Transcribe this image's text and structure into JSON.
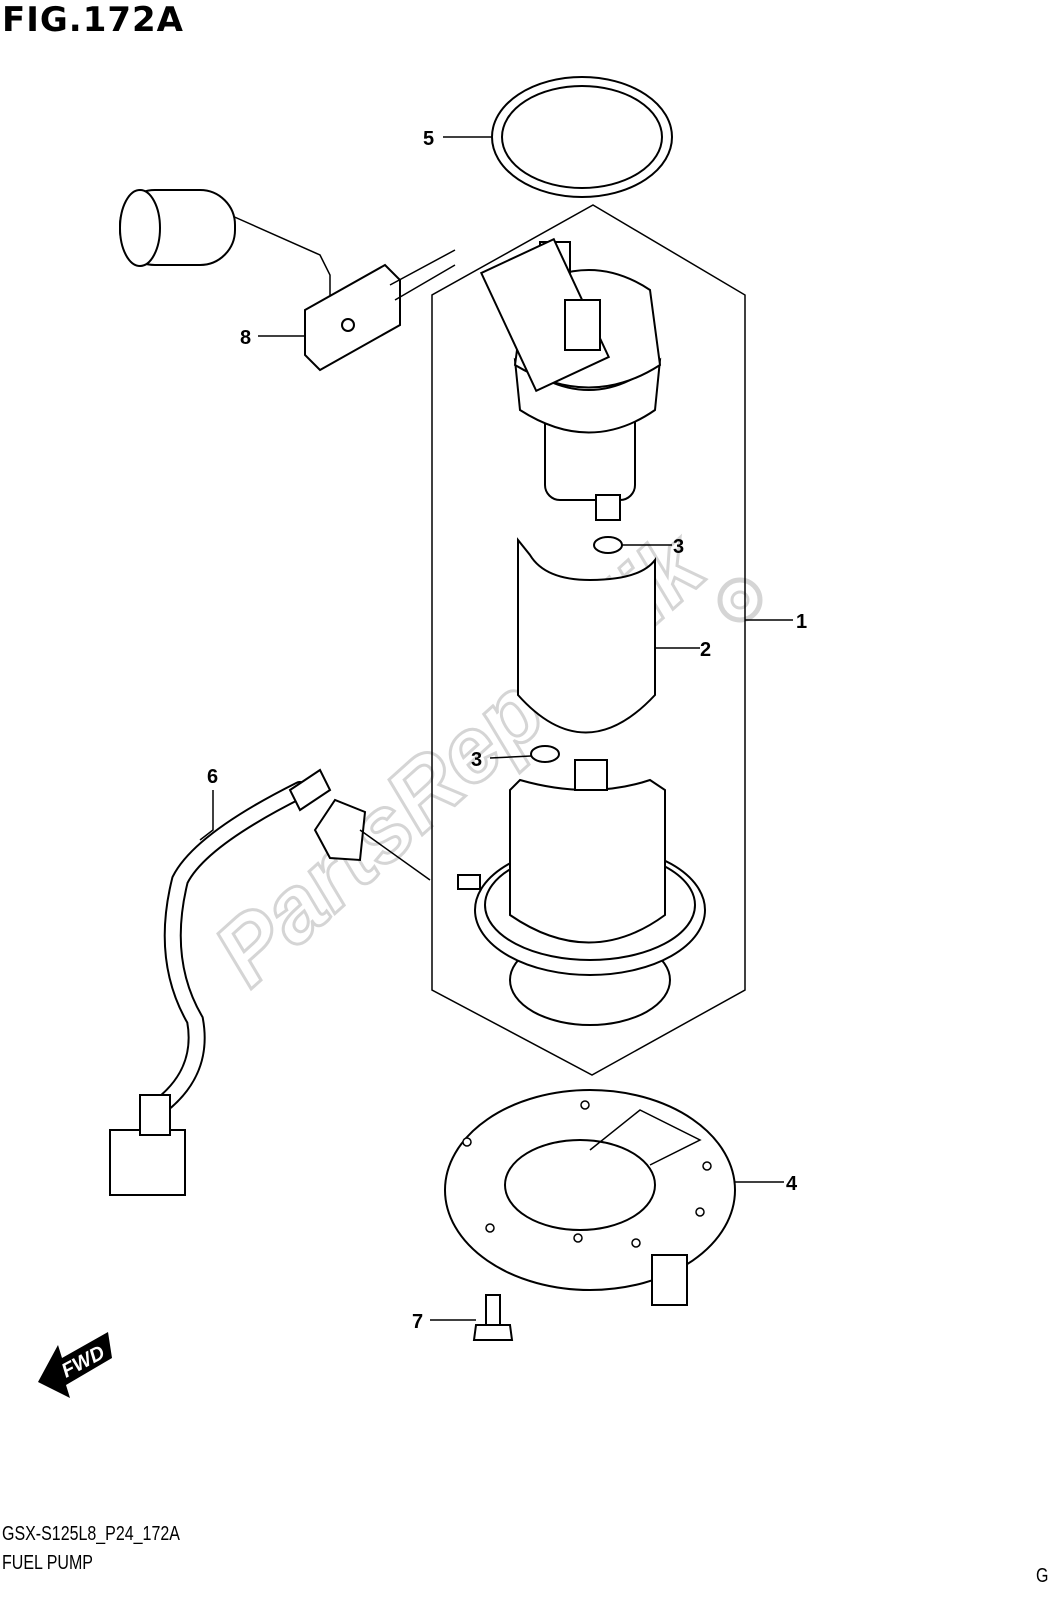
{
  "figure_title": "FIG.172A",
  "model_code": "GSX-S125L8_P24_172A",
  "section_name": "FUEL PUMP",
  "corner_mark": "G",
  "watermark": "PartsRepublik",
  "fwd_label": "FWD",
  "callouts": {
    "c1": "1",
    "c2": "2",
    "c3a": "3",
    "c3b": "3",
    "c4": "4",
    "c5": "5",
    "c6": "6",
    "c7": "7",
    "c8": "8"
  }
}
